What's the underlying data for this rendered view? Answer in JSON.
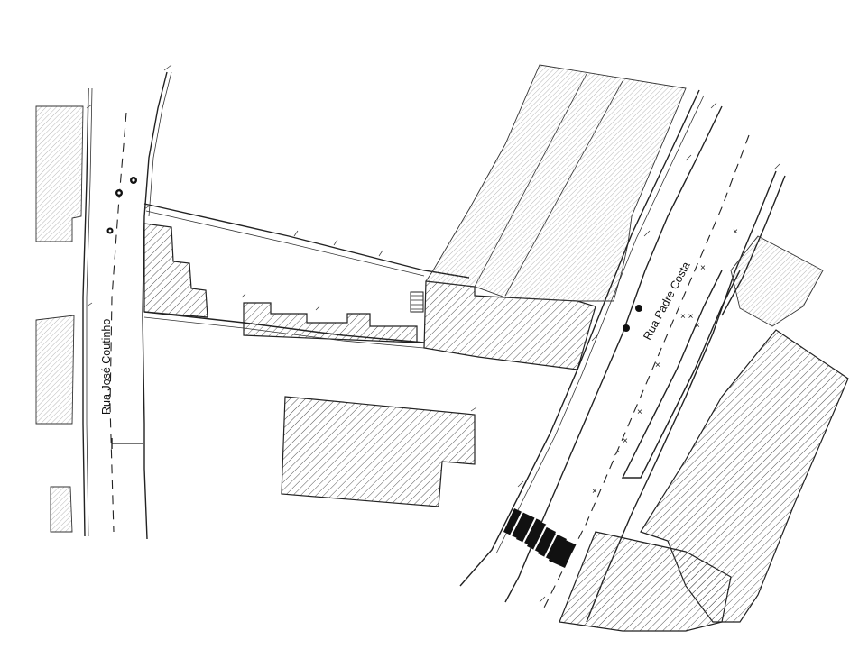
{
  "streets": {
    "north_west": "Rua José Coutinho",
    "south_east": "Rua Padre Costa"
  },
  "colors": {
    "background": "#ffffff",
    "ink": "#222222",
    "hatch": "#555555",
    "crosswalk": "#111111"
  },
  "symbols": [
    "tree-icon",
    "crosswalk",
    "x-mark",
    "survey-tick"
  ]
}
